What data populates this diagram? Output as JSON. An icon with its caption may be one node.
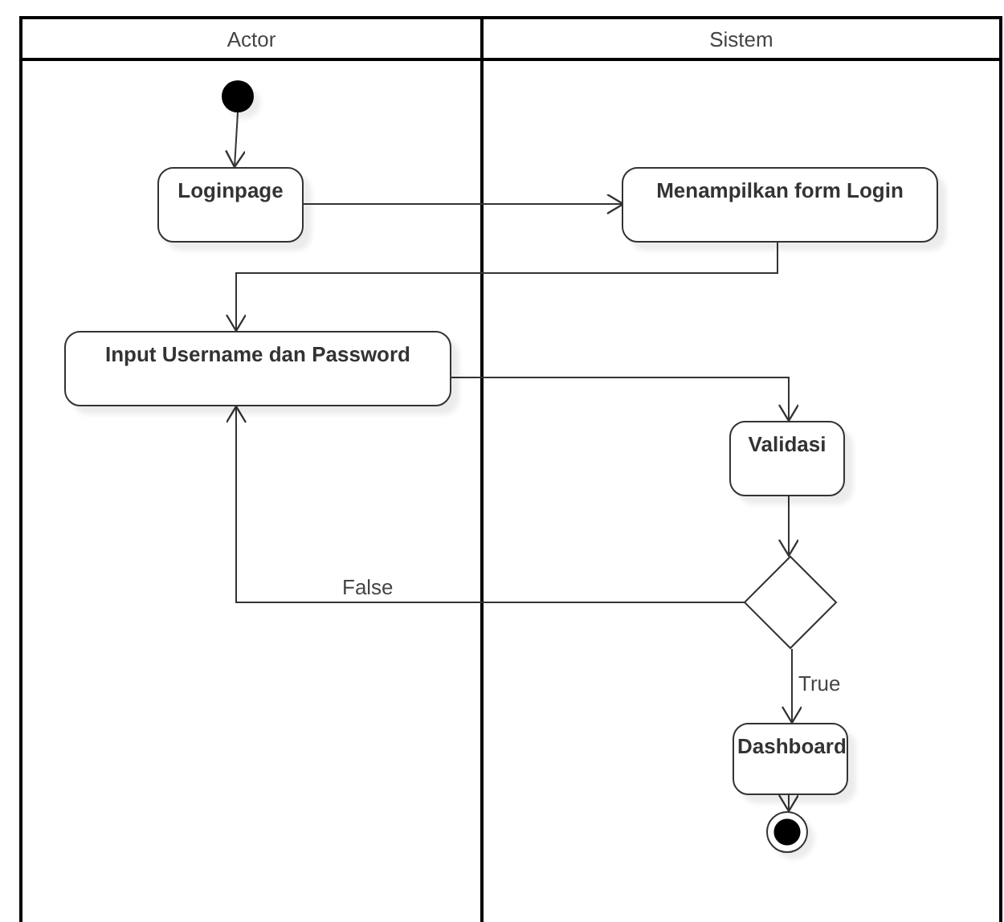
{
  "diagram": {
    "nodes": [
      {
        "text": [
          "Actor"
        ]
      },
      {
        "text": [
          "Sistem"
        ]
      },
      {
        "text": [],
        "shape": "circle",
        "in": 0
      },
      {
        "text": [
          "Loginpage"
        ],
        "in": 0
      },
      {
        "text": [
          "Menampilkan form Login"
        ],
        "in": 1
      },
      {
        "text": [
          "Input Username dan Password"
        ],
        "in": 0
      },
      {
        "text": [
          "Validasi"
        ],
        "in": 1
      },
      {
        "text": [],
        "shape": "diamond",
        "in": 1
      },
      {
        "text": [
          "Dashboard"
        ],
        "in": 1
      },
      {
        "text": [],
        "shape": "circle",
        "in": 1
      }
    ],
    "edges": [
      {
        "from": 2,
        "to": 3,
        "arrow": "to"
      },
      {
        "from": 3,
        "to": 4,
        "arrow": "to"
      },
      {
        "from": 4,
        "to": 5,
        "arrow": "to"
      },
      {
        "from": 5,
        "to": 6,
        "arrow": "to"
      },
      {
        "from": 6,
        "to": 7,
        "arrow": "to"
      },
      {
        "from": 7,
        "to": 5,
        "arrow": "to",
        "label": "False"
      },
      {
        "from": 7,
        "to": 8,
        "arrow": "to",
        "label": "True"
      },
      {
        "from": 8,
        "to": 9,
        "arrow": "to"
      }
    ]
  }
}
